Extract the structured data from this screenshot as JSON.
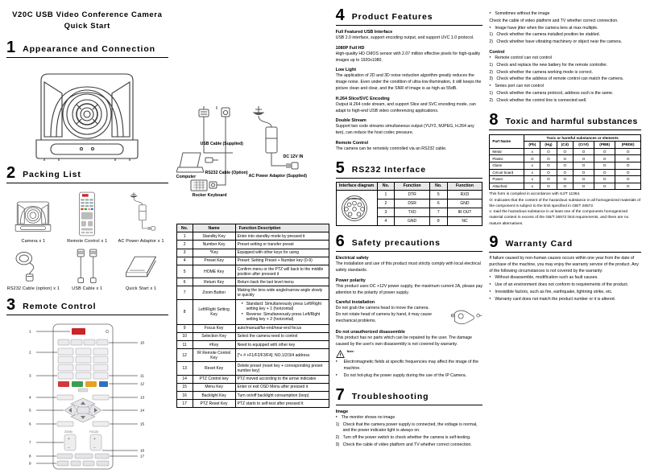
{
  "document": {
    "title_line1": "V20C  USB  Video  Conference  Camera",
    "title_line2": "Quick  Start"
  },
  "sections": {
    "appearance": {
      "num": "1",
      "title": "Appearance  and  Connection"
    },
    "packing": {
      "num": "2",
      "title": "Packing  List"
    },
    "remote": {
      "num": "3",
      "title": "Remote  Control"
    },
    "features": {
      "num": "4",
      "title": "Product  Features"
    },
    "rs232": {
      "num": "5",
      "title": "RS232  Interface"
    },
    "safety": {
      "num": "6",
      "title": "Safety  precautions"
    },
    "trouble": {
      "num": "7",
      "title": "Troubleshooting"
    },
    "toxic": {
      "num": "8",
      "title": "Toxic  and  harmful  substances"
    },
    "warranty": {
      "num": "9",
      "title": "Warranty  Card"
    }
  },
  "packing_list": [
    {
      "caption": "Camera x 1"
    },
    {
      "caption": "Remote Control x 1"
    },
    {
      "caption": "AC Power Adaptor x 1"
    },
    {
      "caption": "RS232 Cable (option) x 1"
    },
    {
      "caption": "USB Cable x 1"
    },
    {
      "caption": "Quick Start x 1"
    }
  ],
  "connection_labels": {
    "usb_cable": "USB Cable (Supplied)",
    "computer": "Computer",
    "rs232_cable": "RS232 Cable (Option)",
    "rocker_keyboard": "Rocker Keyboard",
    "ac_adapter": "AC Power Adaptor (Supplied)",
    "dc_in": "DC 12V IN"
  },
  "remote_table": {
    "headers": [
      "No.",
      "Name",
      "Function Description"
    ],
    "rows": [
      {
        "no": "1",
        "name": "Standby Key",
        "desc": "Enter into standby mode by pressed it"
      },
      {
        "no": "2",
        "name": "Number Key",
        "desc": "Preset setting or transfer preset"
      },
      {
        "no": "3",
        "name": "*Key",
        "desc": "Equipped with other keys for using"
      },
      {
        "no": "4",
        "name": "Preset Key",
        "desc": "Preset: Setting Preset + Number key (0-9)"
      },
      {
        "no": "5",
        "name": "HOME Key",
        "desc": "Confirm menu or the PTZ will back to the middle position after pressed it"
      },
      {
        "no": "6",
        "name": "Return Key",
        "desc": "Return back the last level menu"
      },
      {
        "no": "7",
        "name": "Zoom Button",
        "desc": "Making the lens wide angle/narrow angle slowly or quickly"
      },
      {
        "no": "8",
        "name": "Left/Right Setting Key",
        "desc_bullets": [
          "Standard: Simultaneously press Left/Right setting key + 1 (horizontal)",
          "Reverse: Simultaneously press Left/Right setting key + 2 (horizontal)"
        ]
      },
      {
        "no": "9",
        "name": "Focus Key",
        "desc": "auto/manual/far-end/near-end focus"
      },
      {
        "no": "10",
        "name": "Selection Key",
        "desc": "Select the camera need to control"
      },
      {
        "no": "11",
        "name": "#Key",
        "desc": "Need to equipped with other key"
      },
      {
        "no": "12",
        "name": "IR Remote Control Key",
        "desc": "[*+ # +F1/F2/F3/F4]: NO.1/2/3/4 address"
      },
      {
        "no": "13",
        "name": "Reset Key",
        "desc": "Delete preset (reset key + corresponding preset number key)"
      },
      {
        "no": "14",
        "name": "PTZ Control key",
        "desc": "PTZ moved according to the arrow indicates"
      },
      {
        "no": "15",
        "name": "Menu Key",
        "desc": "Enter or exit OSD Menu after pressed it"
      },
      {
        "no": "16",
        "name": "Backlight Key",
        "desc": "Turn on/off backlight consumption (loop)"
      },
      {
        "no": "17",
        "name": "PTZ Reset Key",
        "desc": "PTZ starts to self-test after pressed it"
      }
    ]
  },
  "features": [
    {
      "heading": "Full Featured USB Interface",
      "body": "USB 2.0 interface, support encoding output, and support UVC 1.0 protocol."
    },
    {
      "heading": "1080P Full HD",
      "body": "High-quality HD CMOS sensor with 2.07 million effective pixels for high-quality images up to 1920x1080."
    },
    {
      "heading": "Low Light",
      "body": "The application of 2D and 3D noise reduction algorithm greatly reduces the image noise. Even under the condition of ultra-low illumination, it still keeps the picture clean and clear, and the SNR of image is as high as 55dB."
    },
    {
      "heading": "H.264 Slice/SVC Encoding",
      "body": "Output H.264 code stream, and support Slice and SVC encoding mode, can adapt to high-end USB video conferencing applications."
    },
    {
      "heading": "Double Stream",
      "body": "Support two code streams simultaneous output (YUY2, MJPEG, H.264 any two), can reduce the host codec pressure."
    },
    {
      "heading": "Remote Control",
      "body": "The camera can be remotely controlled via an RS232 cable."
    }
  ],
  "rs232_table": {
    "headers": [
      "Interface diagram",
      "No.",
      "Function",
      "No.",
      "Function"
    ],
    "rows": [
      {
        "no1": "1",
        "fn1": "DTR",
        "no2": "5",
        "fn2": "RXD"
      },
      {
        "no1": "2",
        "fn1": "DSR",
        "no2": "6",
        "fn2": "GND"
      },
      {
        "no1": "3",
        "fn1": "TXD",
        "no2": "7",
        "fn2": "IR OUT"
      },
      {
        "no1": "4",
        "fn1": "GND",
        "no2": "8",
        "fn2": "NC"
      }
    ]
  },
  "safety": {
    "blocks": [
      {
        "heading": "Electrical safety",
        "body": "The installation and use of this product must strictly comply with local electrical safety standards."
      },
      {
        "heading": "Power polarity",
        "body": "This product uses DC +12V power supply, the maximum current 2A, please pay attention to the polarity of power supply."
      },
      {
        "heading": "Careful installation",
        "body": "Do not grab the camera head to move the camera.\nDo not rotate head of camera by hand, it may cause mechanical problems."
      },
      {
        "heading": "Do not unauthorized disassemble",
        "body": "This product has no parts which can be repaired by the user. The damage caused by the user's own disassembly is not covered by warranty."
      }
    ],
    "note_label": "Note:",
    "notes": [
      "Electromagnetic fields at specific frequencies may affect the image of the machine.",
      "Do not hot-plug the power supply during the use of the IP Camera."
    ]
  },
  "troubleshooting": {
    "groups": [
      {
        "title": "Image",
        "items": [
          {
            "bullet": "The monitor shows no image",
            "steps": [
              "Check that the camera power supply is connected, the voltage is normal, and the power indicator light is always on.",
              "Turn off the power switch to check whether the camera is self-testing.",
              "Check the cable of video platform and TV whether correct connection."
            ]
          },
          {
            "bullet": "Sometimes without the image",
            "plain": "Check the cable of video platform and TV whether correct connection."
          },
          {
            "bullet": "Image have jitter when the camera lens at max multiple.",
            "steps": [
              "Check whether the camera installed position be stabled.",
              "Check whether have vibrating machinery or object near the camera."
            ]
          }
        ]
      },
      {
        "title": "Control",
        "items": [
          {
            "bullet": "Remote control can not control",
            "steps": [
              "Check and replace the new battery for the remote controller.",
              "Check whether the camera working mode is correct.",
              "Check whether the address of remote control can match the camera."
            ]
          },
          {
            "bullet": "Series port can not control",
            "steps": [
              "Check whether the camera protocol, address such is the same.",
              "Check whether the control line is connected well."
            ]
          }
        ]
      }
    ]
  },
  "toxic_table": {
    "part_name_header": "Part Name",
    "group_header": "Toxic or harmful substances or elements",
    "element_headers": [
      "(Pb)",
      "(Hg)",
      "(Cd)",
      "(CrVI)",
      "(PBB)",
      "(PBDE)"
    ],
    "rows": [
      {
        "part": "Metal",
        "values": [
          "x",
          "O",
          "O",
          "O",
          "O",
          "O"
        ]
      },
      {
        "part": "Plastic",
        "values": [
          "O",
          "O",
          "O",
          "O",
          "O",
          "O"
        ]
      },
      {
        "part": "Glass",
        "values": [
          "x",
          "O",
          "O",
          "O",
          "O",
          "O"
        ]
      },
      {
        "part": "Circuit board",
        "values": [
          "x",
          "O",
          "O",
          "O",
          "O",
          "O"
        ]
      },
      {
        "part": "Power",
        "values": [
          "x",
          "O",
          "O",
          "O",
          "O",
          "O"
        ]
      },
      {
        "part": "Attached",
        "values": [
          "x",
          "O",
          "O",
          "O",
          "O",
          "O"
        ]
      }
    ],
    "notes": [
      "This form is compiled in accordance with SJ/T 11364.",
      "O: Indicates that the content of the hazardous substance in all homogenized materials of the component is subject to the limit specified in GB/T 26572.",
      "x: Said the hazardous substance in at least one of the components homogenized material content in excess of the GB/T 26572 limit requirements, and there are no mature alternatives."
    ]
  },
  "warranty": {
    "intro": "If failure caused by non-human causes occurs within one year from the date of purchase of the machine, you may enjoy the warranty service of the product. Any of the following circumstances is not covered by the warranty:",
    "items": [
      "Without disassemble, modification such as fault causes.",
      "Use of an environment does not conform to requirements of the product.",
      "Irresistible factors, such as fire, earthquake, lightning strike, etc.",
      "Warranty card does not match the product number or it is altered."
    ]
  },
  "remote_callouts": [
    "1",
    "2",
    "3",
    "4",
    "5",
    "6",
    "7",
    "8",
    "9",
    "10",
    "11",
    "12",
    "13",
    "14",
    "15",
    "16",
    "17"
  ]
}
